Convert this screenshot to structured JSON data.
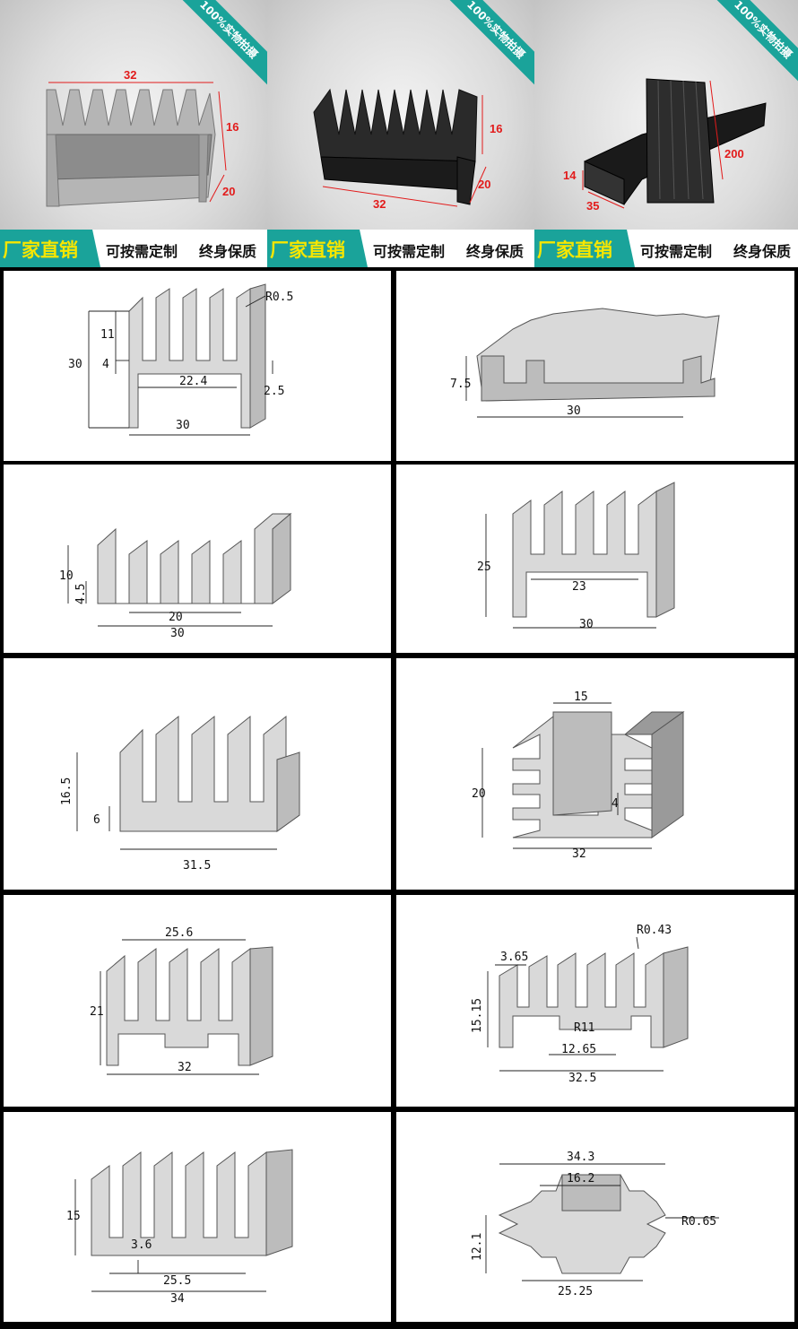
{
  "photos": [
    {
      "ribbon": "100%实物拍摄",
      "dims": [
        "32",
        "16",
        "20"
      ],
      "finish": "silver"
    },
    {
      "ribbon": "100%实物拍摄",
      "dims": [
        "32",
        "16",
        "20"
      ],
      "finish": "black"
    },
    {
      "ribbon": "100%实物拍摄",
      "dims": [
        "14",
        "35",
        "200"
      ],
      "finish": "black"
    }
  ],
  "banner": {
    "factory": "厂家直销",
    "custom": "可按需定制",
    "warranty": "终身保质"
  },
  "drawings": [
    {
      "id": "d1",
      "dims": [
        "R0.5",
        "11",
        "30",
        "4",
        "22.4",
        "2.5",
        "30"
      ]
    },
    {
      "id": "d2",
      "dims": [
        "7.5",
        "30"
      ]
    },
    {
      "id": "d3",
      "dims": [
        "10",
        "4.5",
        "20",
        "30"
      ]
    },
    {
      "id": "d4",
      "dims": [
        "25",
        "23",
        "30"
      ]
    },
    {
      "id": "d5",
      "dims": [
        "16.5",
        "6",
        "31.5"
      ]
    },
    {
      "id": "d6",
      "dims": [
        "15",
        "20",
        "4",
        "32"
      ]
    },
    {
      "id": "d7",
      "dims": [
        "25.6",
        "21",
        "32"
      ]
    },
    {
      "id": "d8",
      "dims": [
        "R0.43",
        "3.65",
        "15.15",
        "R11",
        "12.65",
        "32.5"
      ]
    },
    {
      "id": "d9",
      "dims": [
        "15",
        "3.6",
        "25.5",
        "34"
      ]
    },
    {
      "id": "d10",
      "dims": [
        "34.3",
        "16.2",
        "R0.65",
        "12.1",
        "25.25"
      ]
    }
  ],
  "colors": {
    "accent": "#1aa39a",
    "banner_text": "#f7e600",
    "dim_red": "#e21b1b"
  }
}
